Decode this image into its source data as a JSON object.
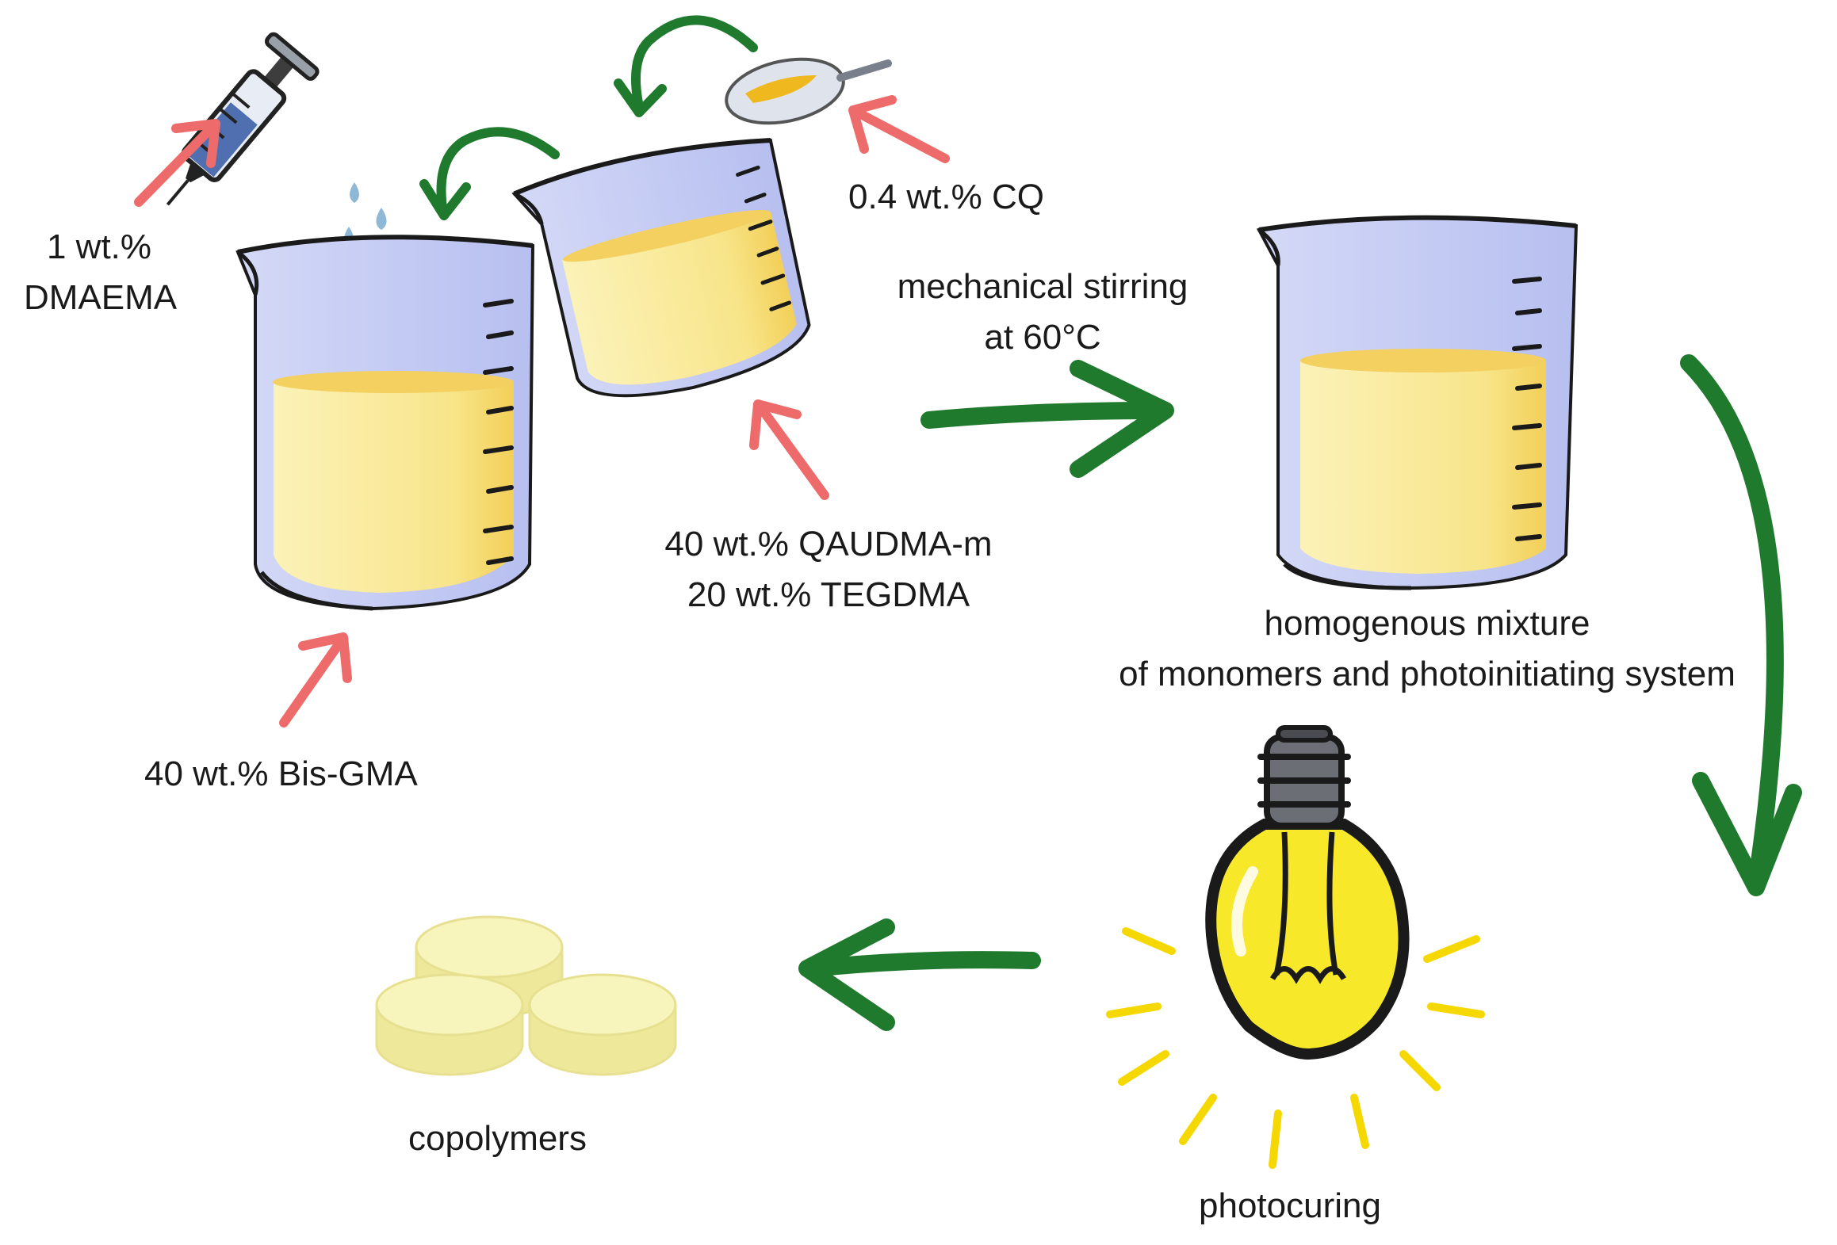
{
  "labels": {
    "dmaema_1": "1 wt.%",
    "dmaema_2": "DMAEMA",
    "cq": "0.4 wt.% CQ",
    "stirring_1": "mechanical stirring",
    "stirring_2": "at 60°C",
    "qaudma": "40 wt.% QAUDMA-m",
    "tegdma": "20 wt.% TEGDMA",
    "bisgma": "40 wt.% Bis-GMA",
    "mixture_1": "homogenous mixture",
    "mixture_2": "of monomers and photoinitiating system",
    "photocuring": "photocuring",
    "copolymers": "copolymers"
  },
  "colors": {
    "green_arrow": "#1f7a2e",
    "red_arrow": "#ee6b6b",
    "glass": "#c7cdf2",
    "liquid": "#f8e99a",
    "liquid_dark": "#f4cf55",
    "bulb": "#f7e82a",
    "rays": "#f5d800",
    "tablet": "#f3f0a4",
    "ink": "#1a1a1a"
  },
  "icons": [
    "syringe-icon",
    "spoon-icon",
    "beaker-icon",
    "light-bulb-icon",
    "tablet-icon"
  ]
}
